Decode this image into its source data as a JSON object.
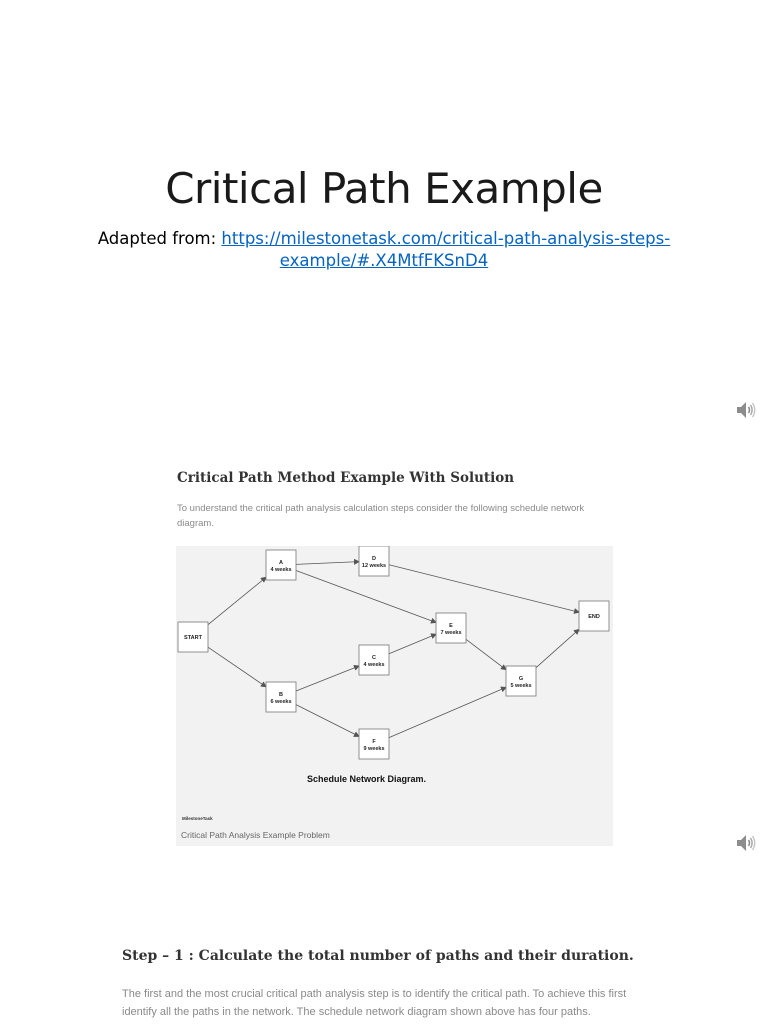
{
  "slide": {
    "title": "Critical Path Example",
    "adapted_prefix": "Adapted from: ",
    "source_line1": "https://milestonetask.com/critical-path-analysis-steps-",
    "source_line2": "example/#.X4MtfFKSnD4"
  },
  "icons": [
    "speaker-icon",
    "speaker-icon"
  ],
  "article": {
    "heading": "Critical Path Method Example With Solution",
    "intro": "To understand the critical path analysis calculation steps consider the following schedule network diagram.",
    "diagram": {
      "caption": "Schedule Network Diagram.",
      "brand": "MilestoneTask",
      "nodes": [
        {
          "id": "start",
          "name": "START",
          "duration": ""
        },
        {
          "id": "a",
          "name": "A",
          "duration": "4 weeks"
        },
        {
          "id": "b",
          "name": "B",
          "duration": "6 weeks"
        },
        {
          "id": "c",
          "name": "C",
          "duration": "4 weeks"
        },
        {
          "id": "d",
          "name": "D",
          "duration": "12 weeks"
        },
        {
          "id": "e",
          "name": "E",
          "duration": "7 weeks"
        },
        {
          "id": "f",
          "name": "F",
          "duration": "9 weeks"
        },
        {
          "id": "g",
          "name": "G",
          "duration": "5 weeks"
        },
        {
          "id": "end",
          "name": "END",
          "duration": ""
        }
      ],
      "edges": [
        [
          "start",
          "a"
        ],
        [
          "start",
          "b"
        ],
        [
          "a",
          "d"
        ],
        [
          "a",
          "e"
        ],
        [
          "d",
          "end"
        ],
        [
          "b",
          "c"
        ],
        [
          "b",
          "f"
        ],
        [
          "c",
          "e"
        ],
        [
          "e",
          "g"
        ],
        [
          "f",
          "g"
        ],
        [
          "g",
          "end"
        ]
      ]
    },
    "figure_caption": "Critical Path Analysis Example Problem"
  },
  "step": {
    "heading": "Step – 1 : Calculate the total number of paths and their duration.",
    "text": "The first and the most crucial critical path analysis step is to identify the critical path. To achieve this first identify all the paths in the network. The schedule network diagram shown above has four paths."
  }
}
